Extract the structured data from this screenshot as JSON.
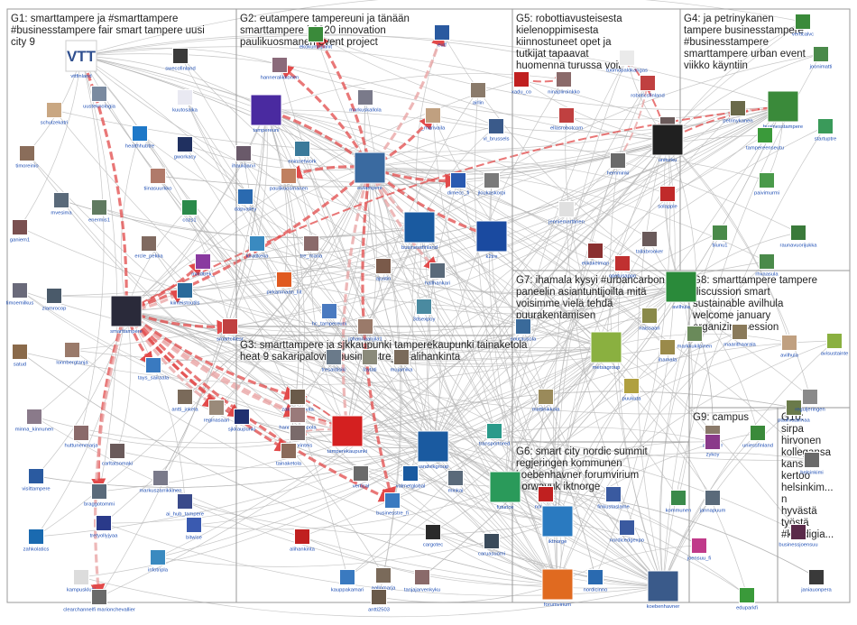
{
  "colors": {
    "box_border": "#9a9a9a",
    "edge_gray": "#b9b9b9",
    "edge_red": "#e24a4a",
    "edge_pink": "#e8a0a0",
    "label_blue": "#1f4fb5",
    "group_text": "#222222"
  },
  "groups": [
    {
      "id": "G1",
      "title": "G1: smarttampere ja #smarttampere #businesstampere fair smart tampere uusi city 9"
    },
    {
      "id": "G2",
      "title": "G2: eutampere tampereuni ja tänään smarttampere h2020 innovation paulikuosmanen event project"
    },
    {
      "id": "G3",
      "title": "G3: smarttampere ja sjkkaupunki tamperekaupunki tainaketola heat 9 sakaripalovita businesstre_fi #alihankinta"
    },
    {
      "id": "G4",
      "title": "G4: ja petrinykanen tampere businesstampere #businesstampere smarttampere urban event viikko käyntiin"
    },
    {
      "id": "G5",
      "title": "G5: robottiavusteisesta kielenoppimisesta kiinnostuneet opet ja tutkijat tapaavat huomenna turussa voit"
    },
    {
      "id": "G6",
      "title": "G6: smart city nordic summit regjeringen kommunen koebenhavner forumvirium norwayuk iktnorge"
    },
    {
      "id": "G7",
      "title": "G7: ihamala kysyi #urbancarbon paneelin asiantuntijoilta mitä voisimme vielä tehdä puurakentamisen"
    },
    {
      "id": "G8",
      "title": "G8: smarttampere tampere discussion smart sustainable avilhula welcome january organizing session"
    },
    {
      "id": "G9",
      "title": "G9: campus"
    },
    {
      "id": "G10",
      "title": "G10: sirpa hirvonen kollegansa kanssa kertoo helsinkim... n hyvästä työstä #kotidigia..."
    }
  ],
  "nodes": [
    {
      "id": "vttfinland",
      "label": "vttfinland",
      "icon": "VTT",
      "color": "#2f4f8f"
    },
    {
      "id": "sweco",
      "label": "swecofinland",
      "icon": "sweco-icon",
      "color": "#3a3a3a"
    },
    {
      "id": "uusteknologia",
      "label": "uusteknologia",
      "icon": "building-icon",
      "color": "#7a8aa0"
    },
    {
      "id": "kuutosaika",
      "label": "kuutosaika",
      "icon": "badge-icon",
      "color": "#e9e9f2"
    },
    {
      "id": "schulzekatri",
      "label": "schulzekatri",
      "icon": "avatar-icon",
      "color": "#c9a782"
    },
    {
      "id": "healthhubtre",
      "label": "healthhubtre",
      "icon": "h-icon",
      "color": "#1e78c8"
    },
    {
      "id": "gworkacy",
      "label": "gworkacy",
      "icon": "gw-icon",
      "color": "#203060"
    },
    {
      "id": "timoreinio",
      "label": "timoreinio",
      "icon": "avatar-icon",
      "color": "#8a6d5a"
    },
    {
      "id": "tiinasuurkko",
      "label": "tiinasuurkko",
      "icon": "avatar-icon",
      "color": "#b07a6a"
    },
    {
      "id": "mvesima",
      "label": "mvesima",
      "icon": "avatar-icon",
      "color": "#5a6a7a"
    },
    {
      "id": "enermis1",
      "label": "enermis1",
      "icon": "avatar-icon",
      "color": "#607a60"
    },
    {
      "id": "cozs1",
      "label": "cozs1",
      "icon": "logo-icon",
      "color": "#2a8a4a"
    },
    {
      "id": "ganiem1",
      "label": "ganiem1",
      "icon": "avatar-icon",
      "color": "#7a5050"
    },
    {
      "id": "ercle_pekka",
      "label": "ercle_pekka",
      "icon": "avatar-icon",
      "color": "#806a60"
    },
    {
      "id": "mindtrek",
      "label": "mindtrek_",
      "icon": "m-icon",
      "color": "#8a3aa0"
    },
    {
      "id": "timoemilkus",
      "label": "timoemilkus",
      "icon": "avatar-icon",
      "color": "#6a6a7a"
    },
    {
      "id": "ziamrocop",
      "label": "ziamrocop",
      "icon": "avatar-icon",
      "color": "#4a5a6a"
    },
    {
      "id": "kiinteistoutils",
      "label": "kiinteistoutils",
      "icon": "logo-icon",
      "color": "#2a6a9a"
    },
    {
      "id": "smarttampere",
      "label": "smarttampere",
      "icon": "hub-icon",
      "color": "#2a2a3a"
    },
    {
      "id": "satud",
      "label": "satud",
      "icon": "avatar-icon",
      "color": "#8a6a4a"
    },
    {
      "id": "lonnbergtanja",
      "label": "lonnbergtanja",
      "icon": "avatar-icon",
      "color": "#9a7a6a"
    },
    {
      "id": "smartcities",
      "label": "smartcitiesr",
      "icon": "logo-icon",
      "color": "#c04040"
    },
    {
      "id": "tays_sairaala",
      "label": "tays_sairaala",
      "icon": "logo-icon",
      "color": "#3a7ac0"
    },
    {
      "id": "antti_jokela",
      "label": "antti_jokela",
      "icon": "avatar-icon",
      "color": "#7a6a5a"
    },
    {
      "id": "reginasaari",
      "label": "reginasaari",
      "icon": "avatar-icon",
      "color": "#9a8a7a"
    },
    {
      "id": "minna_kinnunen",
      "label": "minna_kinnunen",
      "icon": "avatar-icon",
      "color": "#8a7a8a"
    },
    {
      "id": "huttunenmarja",
      "label": "huttunenmarja",
      "icon": "avatar-icon",
      "color": "#8a6a6a"
    },
    {
      "id": "sjkkaupunki",
      "label": "sjkkaupunki",
      "icon": "logo-icon",
      "color": "#203070"
    },
    {
      "id": "zakaripalovita",
      "label": "zakaripalovita",
      "icon": "avatar-icon",
      "color": "#6a5a4a"
    },
    {
      "id": "hannamlempola",
      "label": "hannamlempola",
      "icon": "avatar-icon",
      "color": "#9a7a7a"
    },
    {
      "id": "kristanrinteis",
      "label": "kristanrinteis",
      "icon": "avatar-icon",
      "color": "#7a6a6a"
    },
    {
      "id": "tainaketola",
      "label": "tainaketola",
      "icon": "avatar-icon",
      "color": "#8a6a5a"
    },
    {
      "id": "tamperekaupunki",
      "label": "tamperekaupunki",
      "icon": "shield-icon",
      "color": "#d42020"
    },
    {
      "id": "carltatsomaki",
      "label": "carltatsomaki",
      "icon": "avatar-icon",
      "color": "#6a5a5a"
    },
    {
      "id": "visittampere",
      "label": "visittampere",
      "icon": "logo-icon",
      "color": "#2a5aa0"
    },
    {
      "id": "braggotommi",
      "label": "braggotommi",
      "icon": "avatar-icon",
      "color": "#5a6a7a"
    },
    {
      "id": "markuszarrikkinen",
      "label": "markuszarrikkinen",
      "icon": "avatar-icon",
      "color": "#7a7a8a"
    },
    {
      "id": "ai_hub_tampere",
      "label": "ai_hub_tampere",
      "icon": "logo-icon",
      "color": "#3a4a8a"
    },
    {
      "id": "zahkolatics",
      "label": "zahkolatics",
      "icon": "logo-icon",
      "color": "#1a6ab0"
    },
    {
      "id": "tretyollyjyaa",
      "label": "tretyollyjyaa",
      "icon": "tre-icon",
      "color": "#2a3a8a"
    },
    {
      "id": "bitwise",
      "label": "bitwise",
      "icon": "logo-icon",
      "color": "#3a5ab0"
    },
    {
      "id": "infotripla",
      "label": "infotripla",
      "icon": "logo-icon",
      "color": "#3a8ac0"
    },
    {
      "id": "kampusklubi",
      "label": "kampusklubi",
      "icon": "logo-icon",
      "color": "#dcdcdc"
    },
    {
      "id": "clearchannelfi",
      "label": "clearchannelfi marionchevallier",
      "icon": "avatar-icon",
      "color": "#6a6a6a"
    },
    {
      "id": "hanneralikkonen",
      "label": "hanneralikkonen",
      "icon": "avatar-icon",
      "color": "#8a6a7a"
    },
    {
      "id": "ekokumppanit",
      "label": "ekokumppanit",
      "icon": "logo-icon",
      "color": "#3a8a3a"
    },
    {
      "id": "eutf",
      "label": "eutf",
      "icon": "logo-icon",
      "color": "#2a5aa0"
    },
    {
      "id": "markuskallola",
      "label": "markuskallola",
      "icon": "avatar-icon",
      "color": "#7a7a8a"
    },
    {
      "id": "airlin",
      "label": "airlin",
      "icon": "avatar-icon",
      "color": "#8a7a6a"
    },
    {
      "id": "tampereuni",
      "label": "tampereuni",
      "icon": "tuni-icon",
      "color": "#4a2aa0"
    },
    {
      "id": "ihaukijarvi",
      "label": "ihaukijarvi",
      "icon": "avatar-icon",
      "color": "#6a5a6a"
    },
    {
      "id": "eninnetwork",
      "label": "eninnetwork",
      "icon": "logo-icon",
      "color": "#3a7a9a"
    },
    {
      "id": "marivaila",
      "label": "_marivaila",
      "icon": "avatar-icon",
      "color": "#c0a080"
    },
    {
      "id": "vl_brussels",
      "label": "vl_brussels",
      "icon": "logo-icon",
      "color": "#3a5a8a"
    },
    {
      "id": "eutampere",
      "label": "eutampere",
      "icon": "hub-icon",
      "color": "#3a6aa0"
    },
    {
      "id": "paulikuosmanen",
      "label": "paulikuosmanen",
      "icon": "avatar-icon",
      "color": "#c08060"
    },
    {
      "id": "dapvalley",
      "label": "dapvalley",
      "icon": "logo-icon",
      "color": "#2a6ab0"
    },
    {
      "id": "dimecc_fi",
      "label": "dimecc_fi",
      "icon": "logo-icon",
      "color": "#2a5ab0"
    },
    {
      "id": "jloukaskorpi",
      "label": "jloukaskorpi",
      "icon": "avatar-icon",
      "color": "#7a7a7a"
    },
    {
      "id": "businessfinland",
      "label": "businessfinland",
      "icon": "bf-icon",
      "color": "#1a5aa0"
    },
    {
      "id": "k2tre",
      "label": "k2tre",
      "icon": "logo-icon",
      "color": "#1a4aa0"
    },
    {
      "id": "kiratikeila",
      "label": "kiratikeila",
      "icon": "logo-icon",
      "color": "#3a8ac0"
    },
    {
      "id": "tre_maria",
      "label": "tre_maria",
      "icon": "avatar-icon",
      "color": "#8a6a6a"
    },
    {
      "id": "pirkanmaan_liit",
      "label": "pirkanmaan_liit",
      "icon": "logo-icon",
      "color": "#e05a20"
    },
    {
      "id": "ajustin",
      "label": "ajustin",
      "icon": "avatar-icon",
      "color": "#7a5a4a"
    },
    {
      "id": "hallhankari",
      "label": "hallhankari",
      "icon": "avatar-icon",
      "color": "#5a6a7a"
    },
    {
      "id": "3dsexpoy",
      "label": "3dsexpoy",
      "icon": "logo-icon",
      "color": "#4a8aa0"
    },
    {
      "id": "hc_tampereuni",
      "label": "hc_tampereuni",
      "icon": "logo-icon",
      "color": "#4a7ac0"
    },
    {
      "id": "johannaanjila",
      "label": "johannaanjila1",
      "icon": "avatar-icon",
      "color": "#9a7a6a"
    },
    {
      "id": "tresaldisiki",
      "label": "tresaldisiki",
      "icon": "avatar-icon",
      "color": "#6a7a8a"
    },
    {
      "id": "laytati",
      "label": "laytati",
      "icon": "avatar-icon",
      "color": "#8a8a7a"
    },
    {
      "id": "mujamika",
      "label": "mujamika",
      "icon": "avatar-icon",
      "color": "#7a6a5a"
    },
    {
      "id": "xadu_co",
      "label": "xadu_co",
      "icon": "x-icon",
      "color": "#c02020"
    },
    {
      "id": "ninapiiroinen",
      "label": "ninapiiroinkko",
      "icon": "avatar-icon",
      "color": "#8a6a6a"
    },
    {
      "id": "tuomopalokangas",
      "label": "tuomopalokangas",
      "icon": "avatar-icon",
      "color": "#eaeaea"
    },
    {
      "id": "roboticsfinland",
      "label": "roboticsfinland",
      "icon": "logo-icon",
      "color": "#c04040"
    },
    {
      "id": "ellasrobotcom",
      "label": "ellasrobotcom",
      "icon": "logo-icon",
      "color": "#c04040"
    },
    {
      "id": "mattisaljonas",
      "label": "mattisaljonas",
      "icon": "avatar-icon",
      "color": "#6a5a5a"
    },
    {
      "id": "hemminki",
      "label": "hemminki",
      "icon": "avatar-icon",
      "color": "#6a6a6a"
    },
    {
      "id": "uniturku",
      "label": "uniturku",
      "icon": "seal-icon",
      "color": "#202020"
    },
    {
      "id": "solapple",
      "label": "solapple",
      "icon": "logo-icon",
      "color": "#c02a2a"
    },
    {
      "id": "jenniemarttinen",
      "label": "jenniemarttinen",
      "icon": "avatar-icon",
      "color": "#e0e0e0"
    },
    {
      "id": "tallabrooker",
      "label": "tallabrooker",
      "icon": "avatar-icon",
      "color": "#6a5a5a"
    },
    {
      "id": "elikakeiman",
      "label": "elikakeiman",
      "icon": "avatar-icon",
      "color": "#8a3030"
    },
    {
      "id": "opetusappo",
      "label": "opetusappo",
      "icon": "logo-icon",
      "color": "#c03030"
    },
    {
      "id": "verticalvc",
      "label": "verticalvc",
      "icon": "logo-icon",
      "color": "#3a8a3a"
    },
    {
      "id": "joonimatti",
      "label": "joonimatti",
      "icon": "avatar-icon",
      "color": "#4a8a4a"
    },
    {
      "id": "businesstampere",
      "label": "businesstampere",
      "icon": "bt-icon",
      "color": "#3a8a3a"
    },
    {
      "id": "petrinykanen",
      "label": "petrinykanen",
      "icon": "avatar-icon",
      "color": "#6a6a4a"
    },
    {
      "id": "startuptre",
      "label": "startuptre",
      "icon": "logo-icon",
      "color": "#3a9a5a"
    },
    {
      "id": "tampereenseutu",
      "label": "tampereenseutu",
      "icon": "logo-icon",
      "color": "#3a9a3a"
    },
    {
      "id": "paivimurmi",
      "label": "paivimurmi",
      "icon": "avatar-icon",
      "color": "#4a9a4a"
    },
    {
      "id": "tiiunu1",
      "label": "tiiunu1",
      "icon": "avatar-icon",
      "color": "#4a8a4a"
    },
    {
      "id": "raunavuorijukka",
      "label": "raunavuorijukka",
      "icon": "avatar-icon",
      "color": "#3a7a3a"
    },
    {
      "id": "rhvaasula",
      "label": "rhvaasula",
      "icon": "avatar-icon",
      "color": "#4a8a4a"
    },
    {
      "id": "naissaari",
      "label": "naissaari",
      "icon": "avatar-icon",
      "color": "#8a8a4a"
    },
    {
      "id": "sourausola",
      "label": "sourausola",
      "icon": "avatar-icon",
      "color": "#3a6a9a"
    },
    {
      "id": "metsagroup",
      "label": "metsagroup",
      "icon": "tree-icon",
      "color": "#8ab040"
    },
    {
      "id": "ihamala",
      "label": "ihamala",
      "icon": "avatar-icon",
      "color": "#9a8a4a"
    },
    {
      "id": "mattinikkola",
      "label": "mattinikkola",
      "icon": "avatar-icon",
      "color": "#9a8a5a"
    },
    {
      "id": "puukuta",
      "label": "puukuta",
      "icon": "logo-icon",
      "color": "#b0a040"
    },
    {
      "id": "avilhula",
      "label": "avilhula",
      "icon": "target-icon",
      "color": "#2a8a3a"
    },
    {
      "id": "markkukilpinen",
      "label": "markkukilpinen",
      "icon": "avatar-icon",
      "color": "#6a8a5a"
    },
    {
      "id": "maarithaarala",
      "label": "maarithaarala",
      "icon": "avatar-icon",
      "color": "#8a7a5a"
    },
    {
      "id": "avilhula2",
      "label": "avilhula",
      "icon": "avatar-icon",
      "color": "#c0a080"
    },
    {
      "id": "avisustainte",
      "label": "avisustainte",
      "icon": "logo-icon",
      "color": "#8ab040"
    },
    {
      "id": "paulivaalimaa",
      "label": "paulivaalimaa",
      "icon": "avatar-icon",
      "color": "#6a7a4a"
    },
    {
      "id": "ardsanyr",
      "label": "ardsanyr",
      "icon": "avatar-icon",
      "color": "#8a7a6a"
    },
    {
      "id": "transportored",
      "label": "transportored",
      "icon": "t-icon",
      "color": "#2a9a8a"
    },
    {
      "id": "sandvikgroup",
      "label": "sandvikgroup",
      "icon": "logo-icon",
      "color": "#1a5aa0"
    },
    {
      "id": "vertical",
      "label": "vertical",
      "icon": "avatar-icon",
      "color": "#6a6a6a"
    },
    {
      "id": "valmetglobal",
      "label": "valmetglobal",
      "icon": "logo-icon",
      "color": "#1a5aa0"
    },
    {
      "id": "minkai",
      "label": "minkai",
      "icon": "avatar-icon",
      "color": "#5a6a7a"
    },
    {
      "id": "futurice",
      "label": "futurice",
      "icon": "futurice-icon",
      "color": "#2a9a5a"
    },
    {
      "id": "businesstre_fi",
      "label": "businesstre_fi",
      "icon": "logo-icon",
      "color": "#3a7ac0"
    },
    {
      "id": "alihankinta",
      "label": "alihankinta",
      "icon": "logo-icon",
      "color": "#c02020"
    },
    {
      "id": "cargotec",
      "label": "cargotec",
      "icon": "logo-icon",
      "color": "#2a2a2a"
    },
    {
      "id": "caruasuomi",
      "label": "caruasuomi",
      "icon": "logo-icon",
      "color": "#3a4a5a"
    },
    {
      "id": "kauppakamari",
      "label": "kauppakamari",
      "icon": "logo-icon",
      "color": "#3a7ac0"
    },
    {
      "id": "sallomarja",
      "label": "aallomarja",
      "icon": "avatar-icon",
      "color": "#7a6a5a"
    },
    {
      "id": "tanjajarvenkyku",
      "label": "tanjajarvenkyku",
      "icon": "avatar-icon",
      "color": "#8a6a6a"
    },
    {
      "id": "antti2503",
      "label": "antti2503",
      "icon": "avatar-icon",
      "color": "#6a5a4a"
    },
    {
      "id": "finkustaslame",
      "label": "finkustaslame",
      "icon": "logo-icon",
      "color": "#3a5aa0"
    },
    {
      "id": "norwayuk",
      "label": "norwayuk",
      "icon": "n-icon",
      "color": "#c02020"
    },
    {
      "id": "iktnorge",
      "label": "iktnorge",
      "icon": "logo-icon",
      "color": "#2a7ac0"
    },
    {
      "id": "kommunen",
      "label": "kommunen",
      "icon": "crest-icon",
      "color": "#3a8a4a"
    },
    {
      "id": "nordicedgexpo",
      "label": "nordicedgexpo",
      "icon": "logo-icon",
      "color": "#3a5aa0"
    },
    {
      "id": "forumvirium",
      "label": "forumvirium",
      "icon": "fv-icon",
      "color": "#e06a20"
    },
    {
      "id": "nordicinno",
      "label": "nordicinno",
      "icon": "logo-icon",
      "color": "#2a6ab0"
    },
    {
      "id": "koebenhavner",
      "label": "koebenhavner",
      "icon": "crest-icon",
      "color": "#3a5a8a"
    },
    {
      "id": "zykoy",
      "label": "zykoy",
      "icon": "logo-icon",
      "color": "#8a3a8a"
    },
    {
      "id": "uniessfinland",
      "label": "uniessfinland",
      "icon": "logo-icon",
      "color": "#3a8a3a"
    },
    {
      "id": "jannapuum",
      "label": "jannapuum",
      "icon": "avatar-icon",
      "color": "#5a6a7a"
    },
    {
      "id": "joensuu_fi",
      "label": "joensuu_fi",
      "icon": "logo-icon",
      "color": "#c03a8a"
    },
    {
      "id": "eduparkfi",
      "label": "eduparkfi",
      "icon": "logo-icon",
      "color": "#3a9a3a"
    },
    {
      "id": "businessjoensuu",
      "label": "businessjoensuu",
      "icon": "logo-icon",
      "color": "#5a2a4a"
    },
    {
      "id": "helsinkimi",
      "label": "helsinkimi",
      "icon": "avatar-icon",
      "color": "#6a6a6a"
    },
    {
      "id": "janiauonpera",
      "label": "janiauonpera",
      "icon": "avatar-icon",
      "color": "#3a3a3a"
    },
    {
      "id": "reguljeringen",
      "label": "reguljeringen",
      "icon": "avatar-icon",
      "color": "#8a8a8a"
    }
  ]
}
